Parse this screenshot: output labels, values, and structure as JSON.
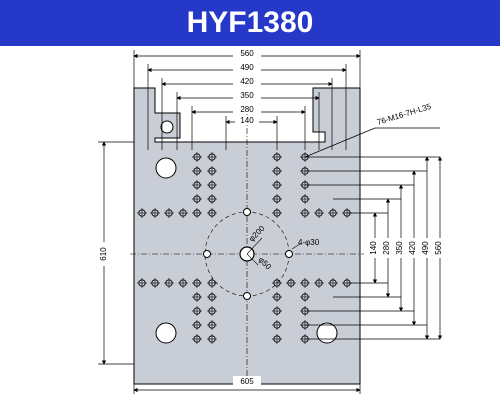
{
  "title": "HYF1380",
  "colors": {
    "header_bg": "#2538c8",
    "header_text": "#ffffff",
    "platen_fill": "#c9ced6",
    "line": "#000000"
  },
  "top_dims": [
    "560",
    "490",
    "420",
    "350",
    "280",
    "140"
  ],
  "right_dims": [
    "140",
    "280",
    "350",
    "420",
    "490",
    "560"
  ],
  "left_dim": "610",
  "bottom_dim": "605",
  "callouts": {
    "thread": "76-M16-7H-L35",
    "circle_large": "φ200",
    "circle_small": "φ50",
    "holes": "4-φ30"
  }
}
